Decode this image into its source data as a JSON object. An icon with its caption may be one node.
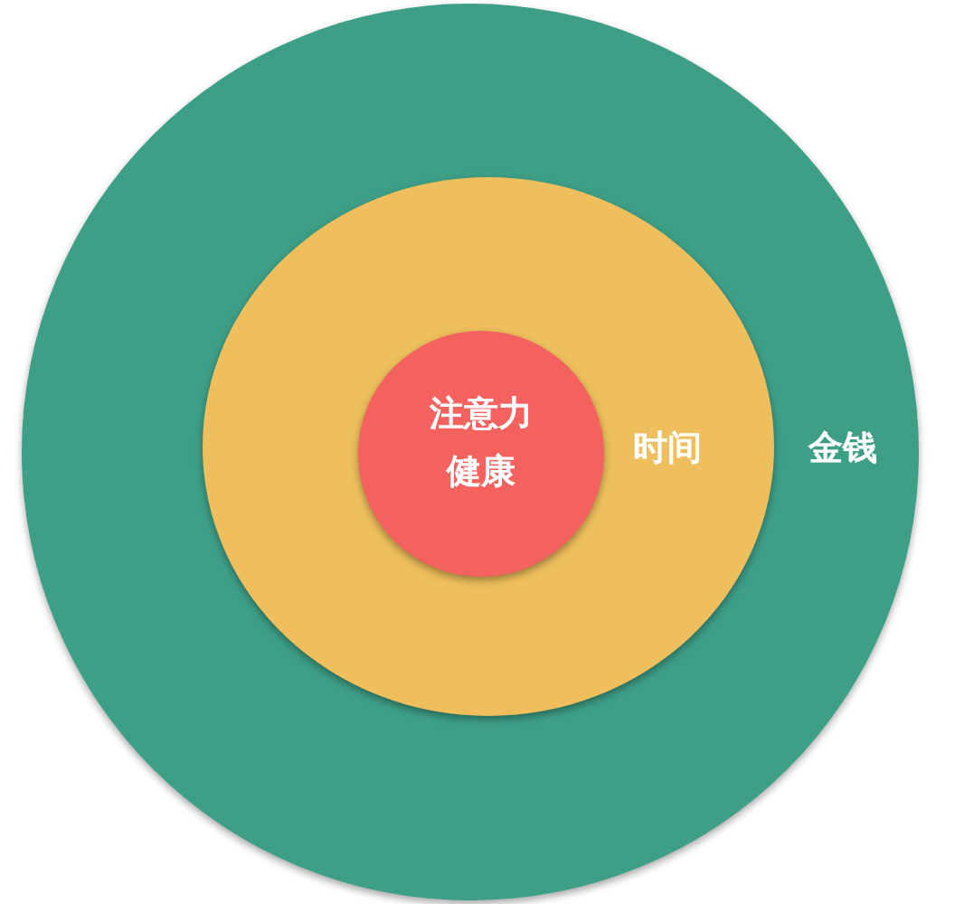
{
  "diagram": {
    "nodes": [
      {
        "text": [
          "金钱"
        ]
      },
      {
        "text": [
          "时间"
        ],
        "in": 0
      },
      {
        "text": [
          "注意力",
          "健康"
        ],
        "in": 1
      }
    ]
  }
}
